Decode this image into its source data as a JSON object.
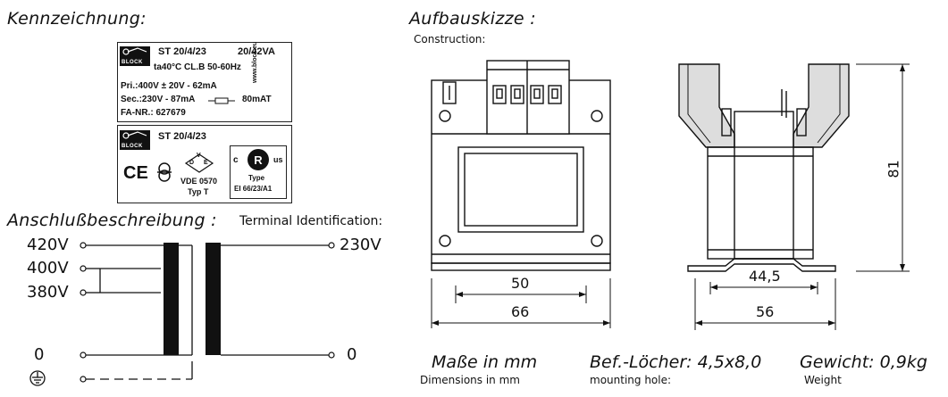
{
  "headings": {
    "marking": "Kennzeichnung:",
    "construction_de": "Aufbauskizze :",
    "construction_en": "Construction:",
    "terminal_de": "Anschlußbeschreibung :",
    "terminal_en": "Terminal Identification:"
  },
  "plate1": {
    "model": "ST 20/4/23",
    "power": "20/42VA",
    "logo": "BLOCK",
    "ambient": "ta40°C  CL.B  50-60Hz",
    "primary": "Pri.:400V ± 20V - 62mA",
    "secondary": "Sec.:230V - 87mA",
    "fuse": "80mAT",
    "fa_nr": "FA-NR.: 627679",
    "website": "www.block.eu"
  },
  "plate2": {
    "model": "ST 20/4/23",
    "logo": "BLOCK",
    "ce": "CE",
    "vde": "VDE 0570",
    "typ": "Typ T",
    "ul_c": "c",
    "ul_us": "us",
    "type_label": "Type",
    "type_value": "EI 66/23/A1",
    "vde_letters": [
      "V",
      "D",
      "E"
    ]
  },
  "terminals": {
    "left": [
      "420V",
      "400V",
      "380V",
      "0"
    ],
    "right": [
      "230V",
      "0"
    ]
  },
  "dimensions": {
    "width_inner": "50",
    "width_outer": "66",
    "depth_inner": "44,5",
    "depth_outer": "56",
    "height": "81"
  },
  "footer": {
    "dims_de": "Maße in mm",
    "dims_en": "Dimensions in mm",
    "holes_de": "Bef.-Löcher: 4,5x8,0",
    "holes_en": "mounting hole:",
    "weight_de": "Gewicht: 0,9kg",
    "weight_en": "Weight"
  }
}
